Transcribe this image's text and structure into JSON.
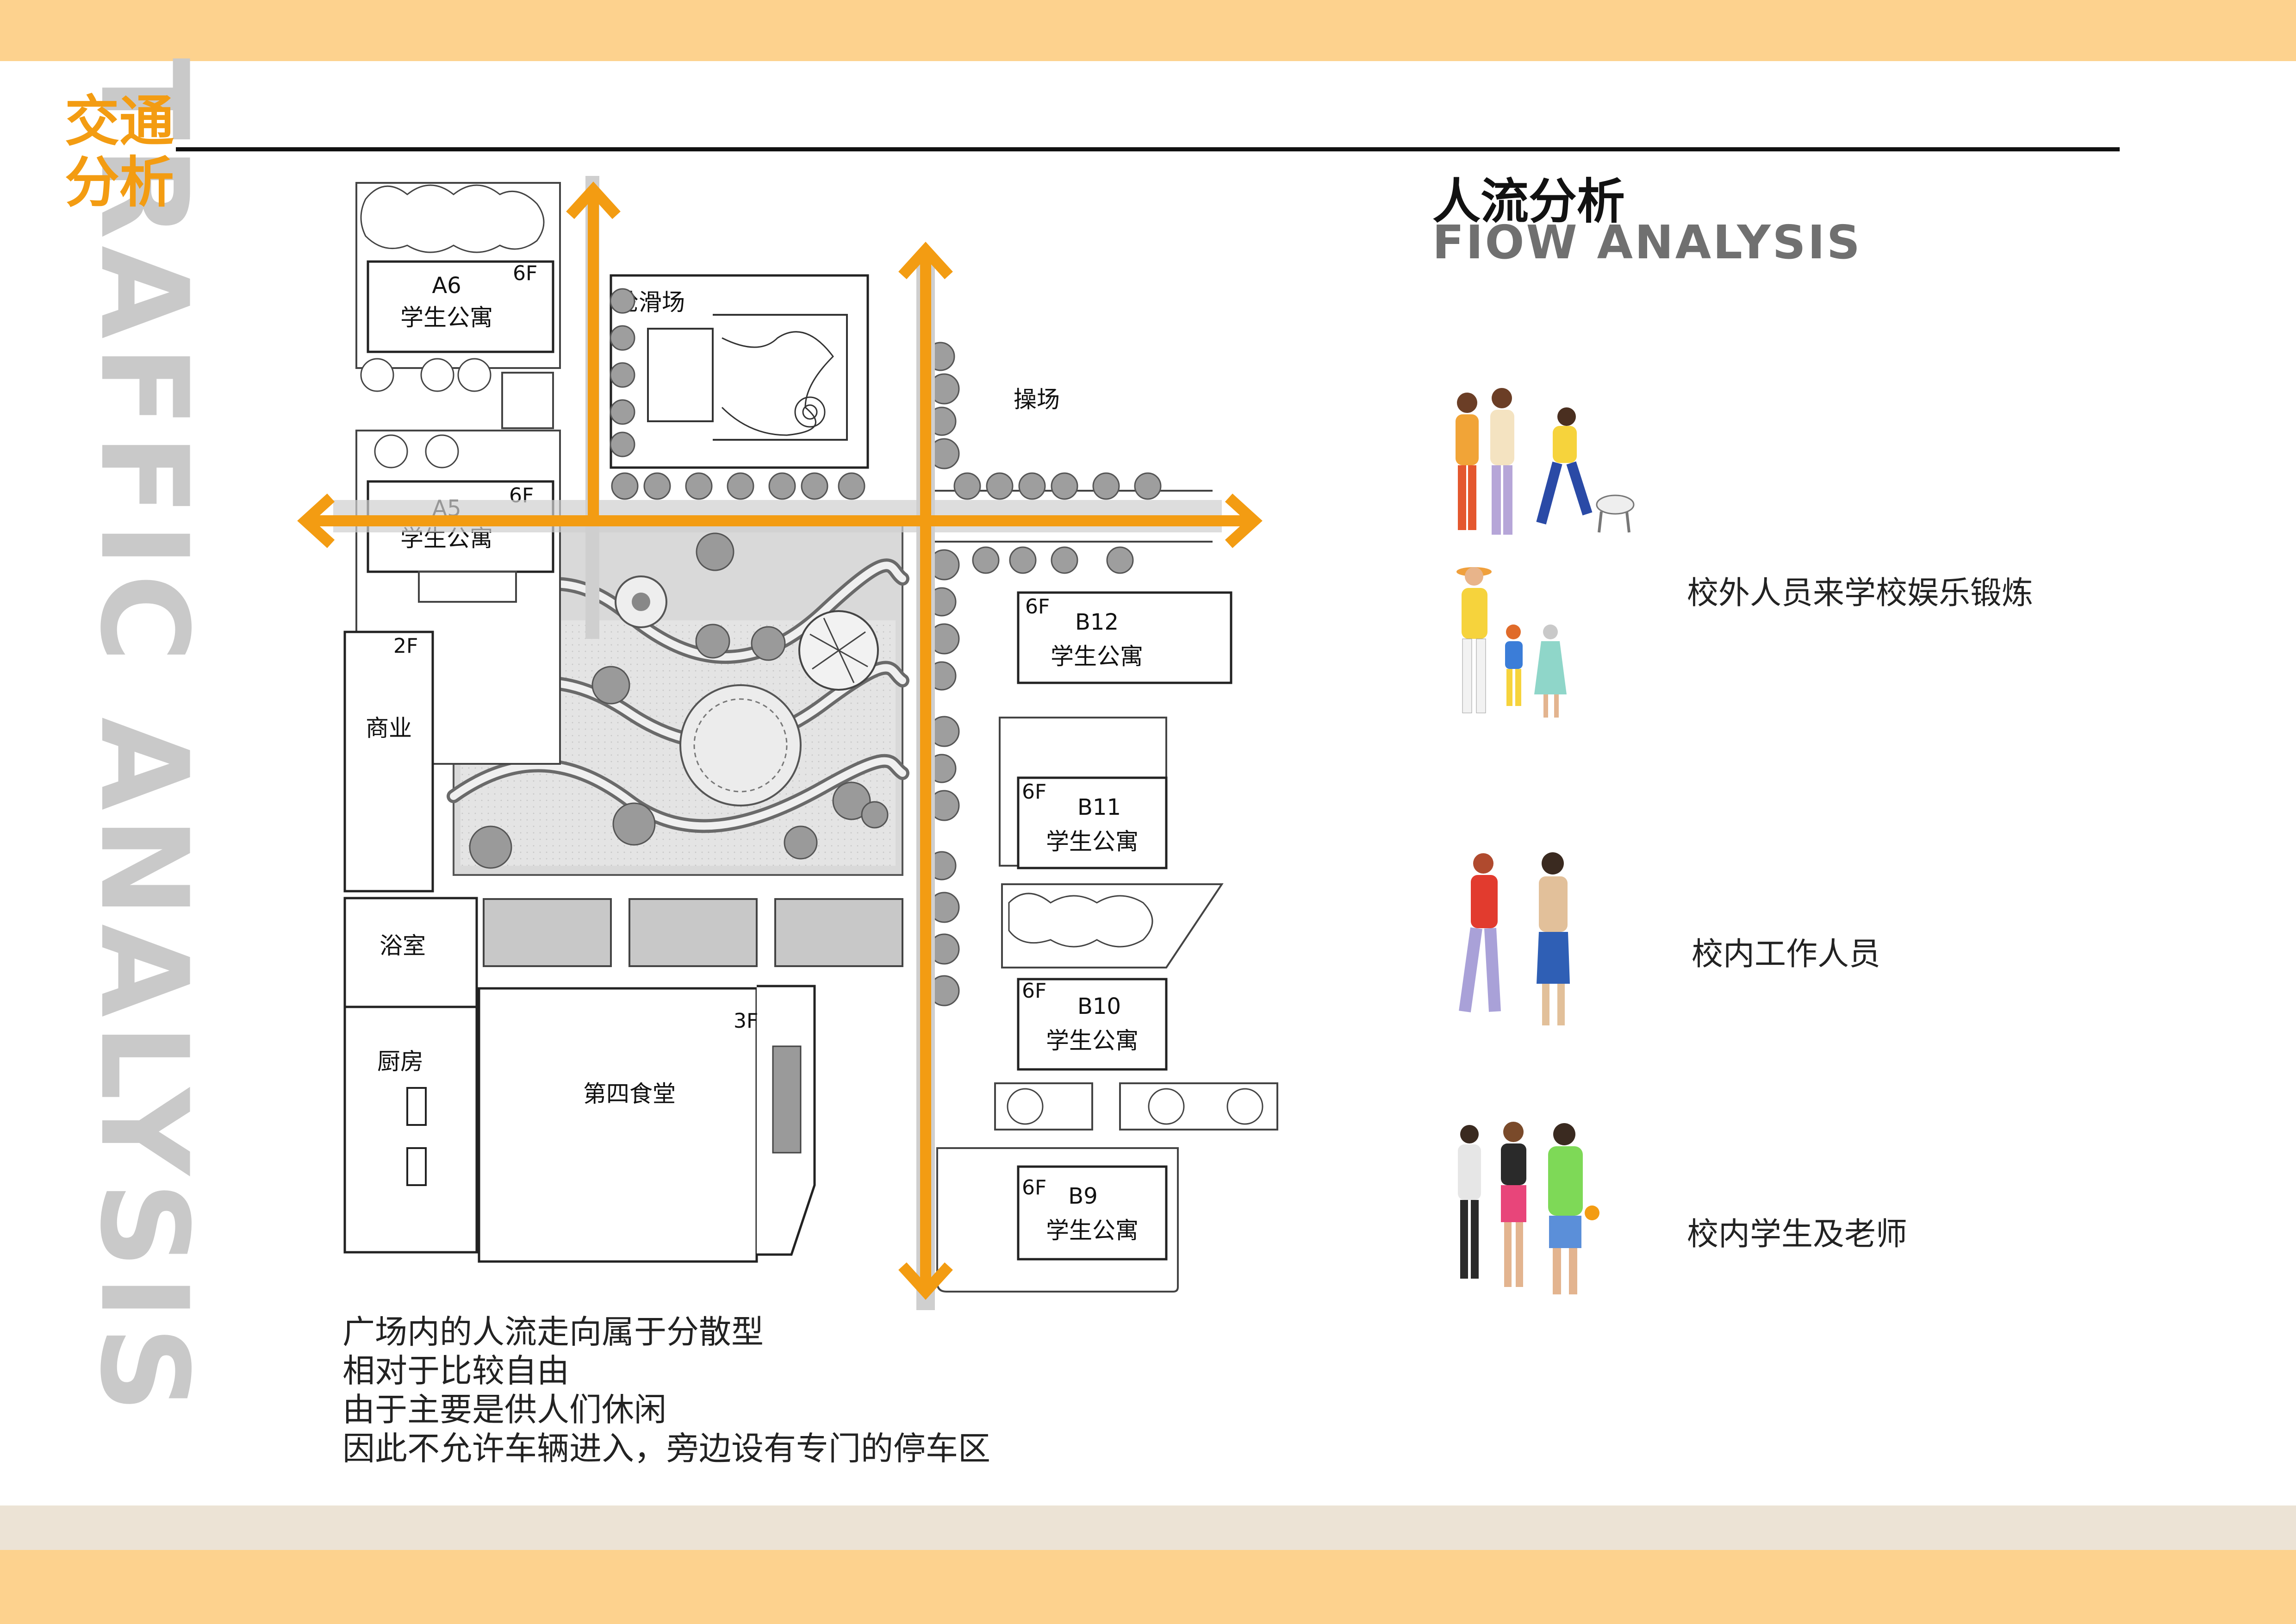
{
  "header": {
    "vertical_title": "TRAFFIC ANALYSIS",
    "section_title_line1": "交通",
    "section_title_line2": "分析"
  },
  "heading": {
    "title_cn": "人流分析",
    "title_en": "FIOW ANALYSIS"
  },
  "plan": {
    "buildings": [
      {
        "id": "A6",
        "floors": "6F",
        "name": "学生公寓"
      },
      {
        "id": "A5",
        "floors": "6F",
        "name": "学生公寓"
      },
      {
        "id": "B12",
        "floors": "6F",
        "name": "学生公寓"
      },
      {
        "id": "B11",
        "floors": "6F",
        "name": "学生公寓"
      },
      {
        "id": "B10",
        "floors": "6F",
        "name": "学生公寓"
      },
      {
        "id": "B9",
        "floors": "6F",
        "name": "学生公寓"
      }
    ],
    "commercial": {
      "floors": "2F",
      "name": "商业"
    },
    "canteen": {
      "floors": "3F",
      "name": "第四食堂"
    },
    "places": {
      "skate": "轮滑场",
      "playground": "操场",
      "bathroom": "浴室",
      "kitchen": "厨房"
    }
  },
  "people_groups": [
    {
      "caption": "校外人员来学校娱乐锻炼"
    },
    {
      "caption": "校内工作人员"
    },
    {
      "caption": "校内学生及老师"
    }
  ],
  "description": [
    "广场内的人流走向属于分散型",
    "相对于比较自由",
    "由于主要是供人们休闲",
    "因此不允许车辆进入，旁边设有专门的停车区"
  ],
  "colors": {
    "accent": "#f39c12",
    "band": "#fdd28e",
    "band_beige": "#ece3d5",
    "vertical_text": "#c9c9c9"
  }
}
